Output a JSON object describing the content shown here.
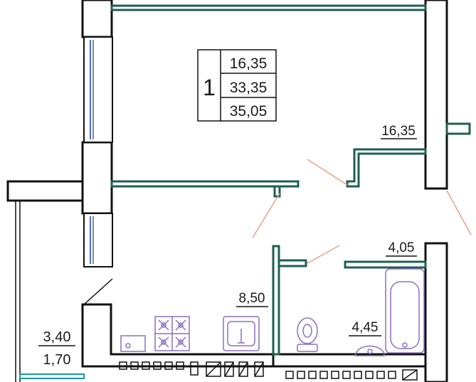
{
  "apartment": {
    "number": "1",
    "areas": [
      "16,35",
      "33,35",
      "35,05"
    ]
  },
  "rooms": [
    {
      "id": "living-room",
      "area": "16,35"
    },
    {
      "id": "kitchen",
      "area": "8,50"
    },
    {
      "id": "bathroom",
      "area": "4,05"
    },
    {
      "id": "hallway",
      "area": "4,45"
    }
  ],
  "balcony": {
    "area_full": "3,40",
    "area_reduced": "1,70"
  },
  "colors": {
    "wall": "#111111",
    "partition": "#1f5f4f",
    "fixture": "#8b6fc4",
    "door_swing": "#e8a08a",
    "window_glass": "#4a6fd8"
  }
}
